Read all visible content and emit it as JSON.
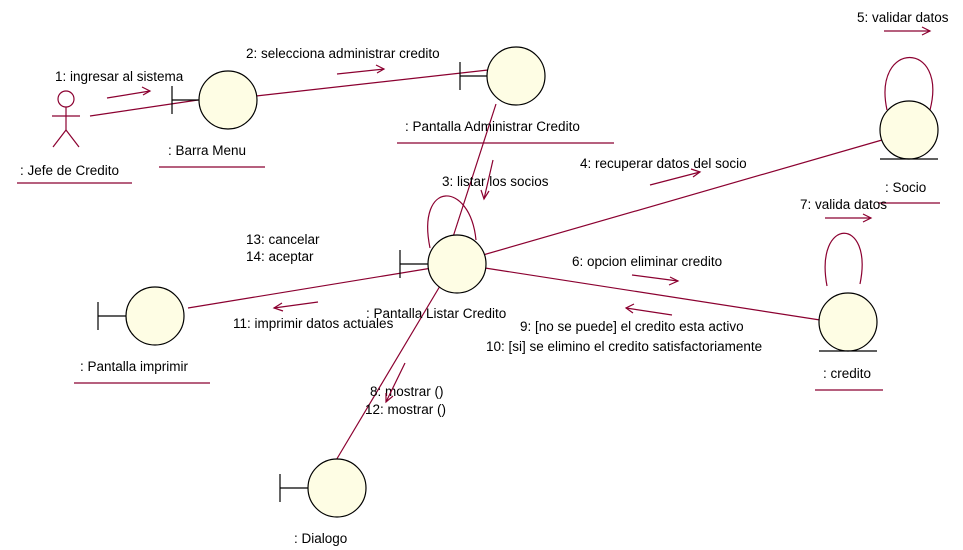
{
  "objects": {
    "actor": ": Jefe de Credito",
    "barra": ": Barra Menu",
    "admin": ": Pantalla Administrar Credito",
    "listar": ": Pantalla Listar Credito",
    "socio": ": Socio",
    "credito": ": credito",
    "imprimir": ": Pantalla imprimir",
    "dialogo": ": Dialogo"
  },
  "messages": {
    "m1": "1: ingresar al sistema",
    "m2": "2: selecciona administrar credito",
    "m3": "3: listar los socios",
    "m4": "4: recuperar datos del socio",
    "m5": "5: validar datos",
    "m6": "6: opcion eliminar credito",
    "m7": "7: valida datos",
    "m8": "8: mostrar ()",
    "m9": "9: [no se puede] el credito esta activo",
    "m10": "10: [si] se elimino el credito satisfactoriamente",
    "m11": "11: imprimir datos actuales",
    "m12": "12: mostrar ()",
    "m13": "13: cancelar",
    "m14": "14: aceptar"
  }
}
